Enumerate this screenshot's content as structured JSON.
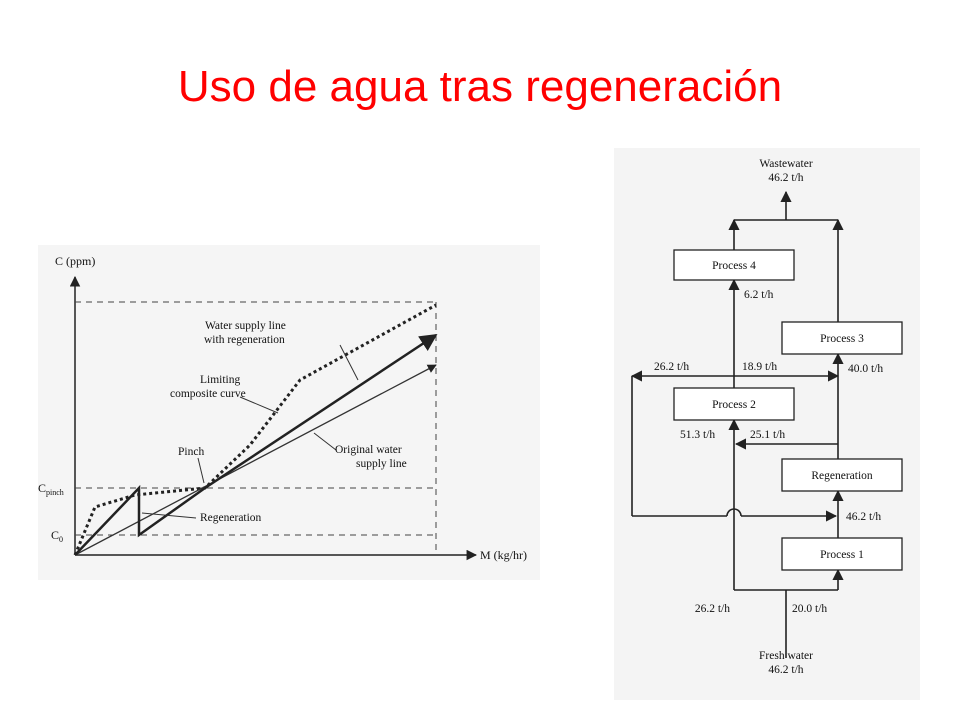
{
  "slide": {
    "title": "Uso de agua tras regeneración"
  },
  "left_diagram": {
    "y_axis_label": "C (ppm)",
    "x_axis_label": "M (kg/hr)",
    "c_pinch_label": "C",
    "c_pinch_sub": "pinch",
    "c0_label": "C",
    "c0_sub": "0",
    "labels": {
      "water_supply_regen_1": "Water supply line",
      "water_supply_regen_2": "with regeneration",
      "limiting_1": "Limiting",
      "limiting_2": "composite curve",
      "pinch": "Pinch",
      "original_1": "Original water",
      "original_2": "supply line",
      "regeneration": "Regeneration"
    }
  },
  "right_diagram": {
    "wastewater_label": "Wastewater",
    "wastewater_flow": "46.2 t/h",
    "process4": "Process 4",
    "process3": "Process 3",
    "process2": "Process 2",
    "regeneration": "Regeneration",
    "process1": "Process 1",
    "flow_6_2": "6.2 t/h",
    "flow_26_2_top": "26.2 t/h",
    "flow_18_9": "18.9 t/h",
    "flow_40_0": "40.0 t/h",
    "flow_51_3": "51.3 t/h",
    "flow_25_1": "25.1 t/h",
    "flow_46_2_mid": "46.2 t/h",
    "flow_26_2_bottom": "26.2 t/h",
    "flow_20_0": "20.0 t/h",
    "fresh_water_label": "Fresh water",
    "fresh_water_flow": "46.2 t/h"
  }
}
